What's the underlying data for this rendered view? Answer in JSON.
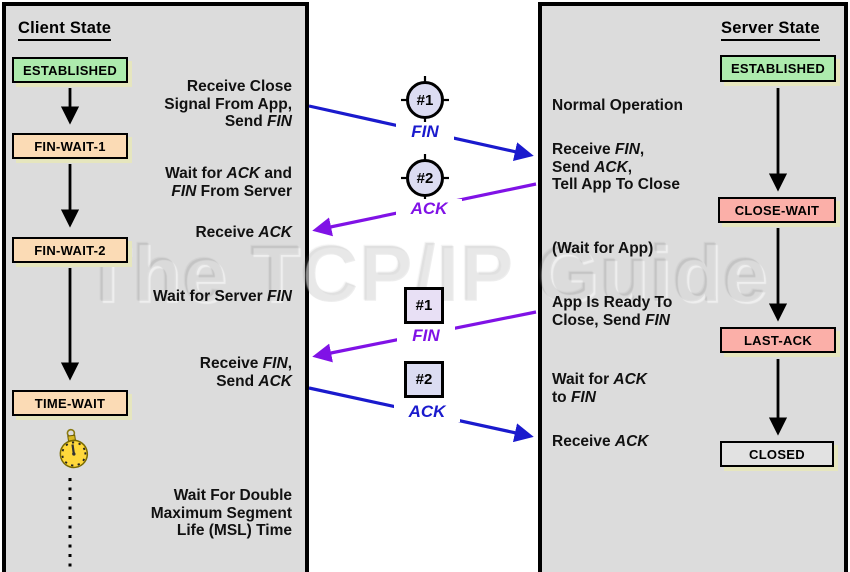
{
  "watermark": {
    "text": "The TCP/IP Guide"
  },
  "colors": {
    "blue_arrow": "#1A1ACD",
    "purple_arrow": "#8012E6",
    "established_green": "#ADEBAD",
    "wait_peach": "#FBDBB5",
    "close_pink": "#FBAFA8",
    "closed_gray": "#E2E2E2",
    "panel_gray": "#DCDCDC",
    "marker_lavender": "#DCDCF2"
  },
  "client": {
    "title": "Client State",
    "states": {
      "established": "ESTABLISHED",
      "fin_wait_1": "FIN-WAIT-1",
      "fin_wait_2": "FIN-WAIT-2",
      "time_wait": "TIME-WAIT"
    },
    "notes": {
      "n1": "Receive Close\nSignal From App,\nSend *FIN*",
      "n2": "Wait for *ACK* and\n*FIN* From Server",
      "n3": "Receive *ACK*",
      "n4": "Wait for Server *FIN*",
      "n5": "Receive *FIN*,\nSend *ACK*",
      "n6": "Wait For Double\nMaximum Segment\nLife (MSL) Time"
    }
  },
  "server": {
    "title": "Server State",
    "states": {
      "established": "ESTABLISHED",
      "close_wait": "CLOSE-WAIT",
      "last_ack": "LAST-ACK",
      "closed": "CLOSED"
    },
    "notes": {
      "n1": "Normal Operation",
      "n2": "Receive *FIN*,\nSend *ACK*,\nTell App To Close",
      "n3": "(Wait for App)",
      "n4": "App Is Ready To\nClose, Send *FIN*",
      "n5": "Wait for *ACK*\nto *FIN*",
      "n6": "Receive *ACK*"
    }
  },
  "messages": {
    "fin1": {
      "id": "#1",
      "label": "FIN",
      "direction": "client-to-server"
    },
    "ack1": {
      "id": "#2",
      "label": "ACK",
      "direction": "server-to-client"
    },
    "fin2": {
      "id": "#1",
      "label": "FIN",
      "direction": "server-to-client"
    },
    "ack2": {
      "id": "#2",
      "label": "ACK",
      "direction": "client-to-server"
    }
  }
}
